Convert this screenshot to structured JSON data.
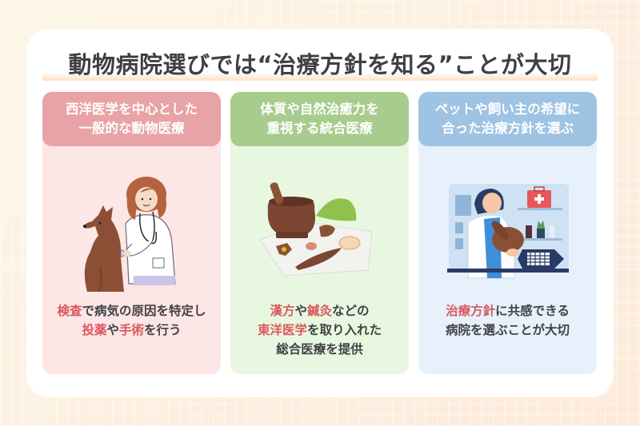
{
  "title": "動物病院選びでは“治療方針を知る”ことが大切",
  "colors": {
    "background": "#fdeee0",
    "panel": "#ffffff",
    "title_text": "#3f3f45",
    "title_underline": "#fbe0c8",
    "highlight_text": "#d9595c",
    "body_text": "#414146"
  },
  "cards": [
    {
      "header_lines": [
        "西洋医学を中心とした",
        "一般的な動物医療"
      ],
      "header_color": "#e8a3a6",
      "body_color": "#fde6e6",
      "illustration": "veterinarian-with-stethoscope-examining-dog",
      "body": {
        "line1": {
          "hl1": "検査",
          "text1": "で病気の原因を特定し"
        },
        "line2": {
          "hl1": "投薬",
          "text1": "や",
          "hl2": "手術",
          "text2": "を行う"
        }
      }
    },
    {
      "header_lines": [
        "体質や自然治癒力を",
        "重視する統合医療"
      ],
      "header_color": "#a7cc8d",
      "body_color": "#e8f7df",
      "illustration": "mortar-pestle-with-herbal-medicine",
      "body": {
        "line1": {
          "hl1": "漢方",
          "text1": "や",
          "hl2": "鍼灸",
          "text2": "などの"
        },
        "line2": {
          "hl1": "東洋医学",
          "text1": "を取り入れた"
        },
        "line3": {
          "text1": "総合医療を提供"
        }
      }
    },
    {
      "header_lines": [
        "ペットや飼い主の希望に",
        "合った治療方針を選ぶ"
      ],
      "header_color": "#9ec3e3",
      "body_color": "#e6f1fb",
      "illustration": "veterinarian-holding-rabbit-in-clinic",
      "body": {
        "line1": {
          "hl1": "治療方針",
          "text1": "に共感できる"
        },
        "line2": {
          "text1": "病院を選ぶことが大切"
        }
      }
    }
  ]
}
